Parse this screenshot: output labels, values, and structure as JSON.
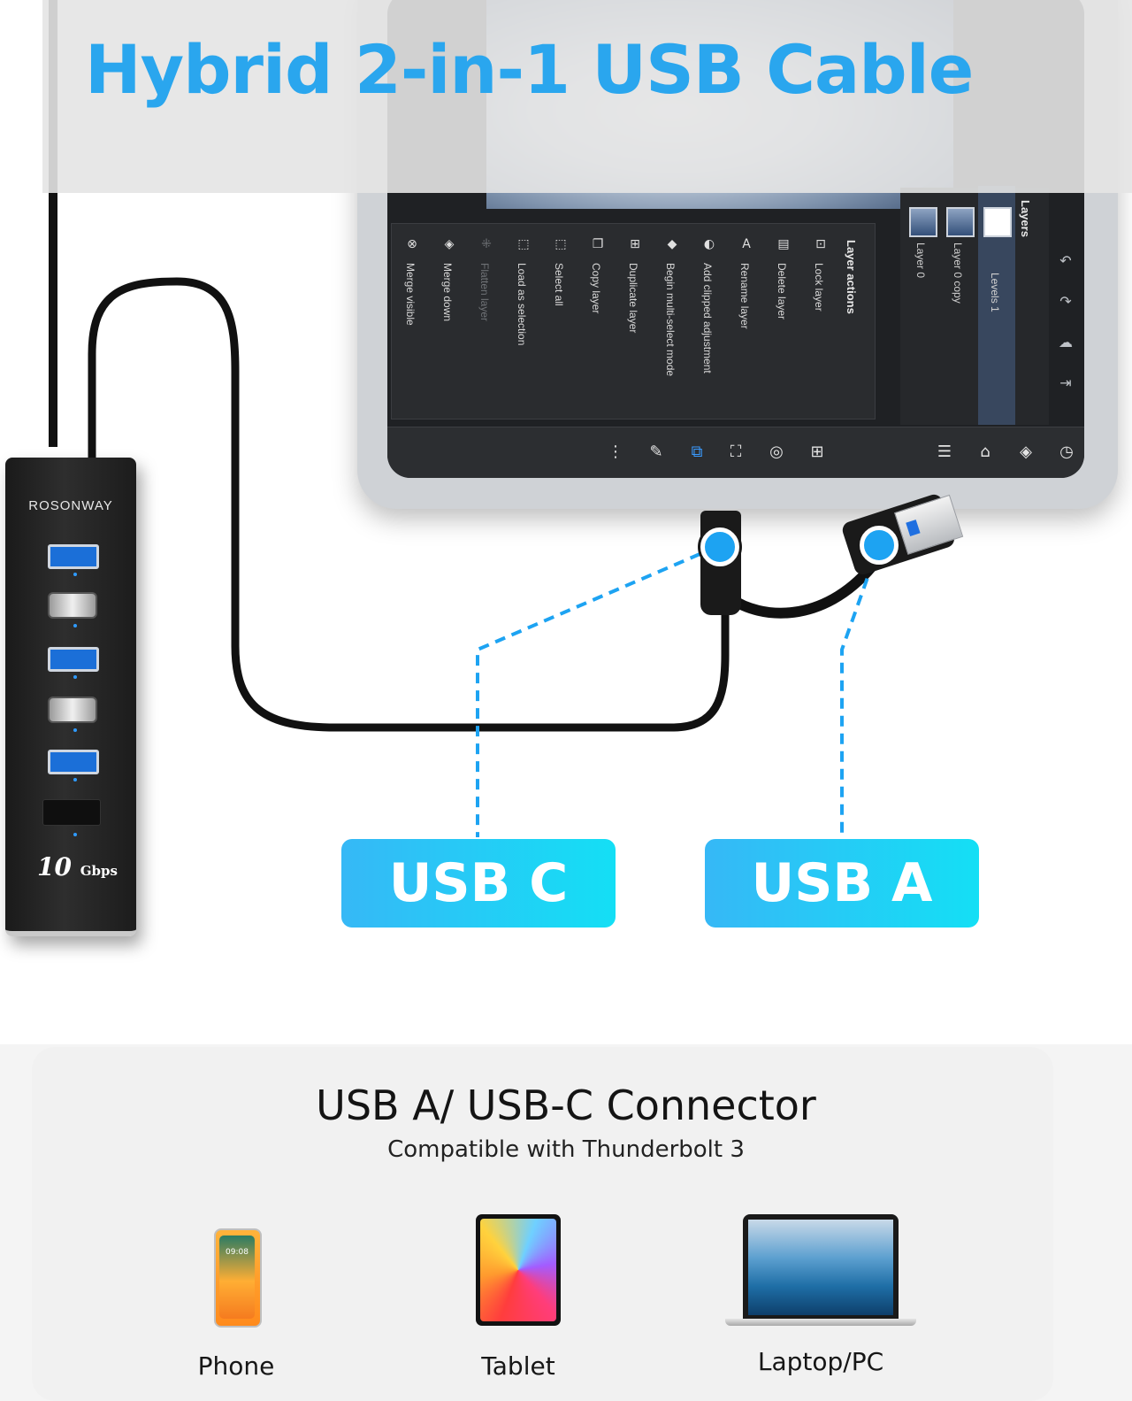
{
  "headline": "Hybrid 2-in-1 USB Cable",
  "hub": {
    "brand": "ROSONWAY",
    "speed_value": "10",
    "speed_unit": "Gbps"
  },
  "tablet_ui": {
    "layer_actions_heading": "Layer actions",
    "layer_actions": [
      {
        "label": "Merge visible",
        "icon": "merge-visible-icon",
        "enabled": true
      },
      {
        "label": "Merge down",
        "icon": "merge-down-icon",
        "enabled": true
      },
      {
        "label": "Flatten layer",
        "icon": "flatten-layer-icon",
        "enabled": false
      },
      {
        "label": "Load as selection",
        "icon": "load-as-selection-icon",
        "enabled": true
      },
      {
        "label": "Select all",
        "icon": "select-all-icon",
        "enabled": true
      },
      {
        "label": "Copy layer",
        "icon": "copy-layer-icon",
        "enabled": true
      },
      {
        "label": "Duplicate layer",
        "icon": "duplicate-layer-icon",
        "enabled": true
      },
      {
        "label": "Begin multi-select mode",
        "icon": "multi-select-icon",
        "enabled": true
      },
      {
        "label": "Add clipped adjustment",
        "icon": "clipped-adjustment-icon",
        "enabled": true
      },
      {
        "label": "Rename layer",
        "icon": "rename-layer-icon",
        "enabled": true
      },
      {
        "label": "Delete layer",
        "icon": "delete-layer-icon",
        "enabled": true
      },
      {
        "label": "Lock layer",
        "icon": "lock-layer-icon",
        "enabled": true
      }
    ],
    "layers_heading": "Layers",
    "layers": [
      {
        "name": "Layer 0"
      },
      {
        "name": "Layer 0 copy"
      },
      {
        "name": "Levels 1",
        "active": true
      }
    ],
    "toolbar_icons": [
      "more-icon",
      "brush-icon",
      "transform-icon",
      "clone-icon",
      "adjust-icon",
      "add-layer-icon",
      "sliders-icon",
      "layer-stack-icon",
      "diamond-icon",
      "history-icon"
    ],
    "side_icons": [
      "undo-icon",
      "redo-icon",
      "cloud-icon",
      "export-icon"
    ]
  },
  "connector_labels": {
    "usb_c": "USB C",
    "usb_a": "USB A"
  },
  "card": {
    "title": "USB A/ USB-C Connector",
    "subtitle": "Compatible with Thunderbolt 3",
    "devices": [
      {
        "label": "Phone",
        "icon": "phone-icon",
        "screen_text": "09:08"
      },
      {
        "label": "Tablet",
        "icon": "tablet-icon"
      },
      {
        "label": "Laptop/PC",
        "icon": "laptop-icon"
      }
    ]
  },
  "colors": {
    "headline": "#2aa6ee",
    "badge_start": "#36b8f6",
    "badge_end": "#14dff5",
    "node": "#1da3f2"
  }
}
